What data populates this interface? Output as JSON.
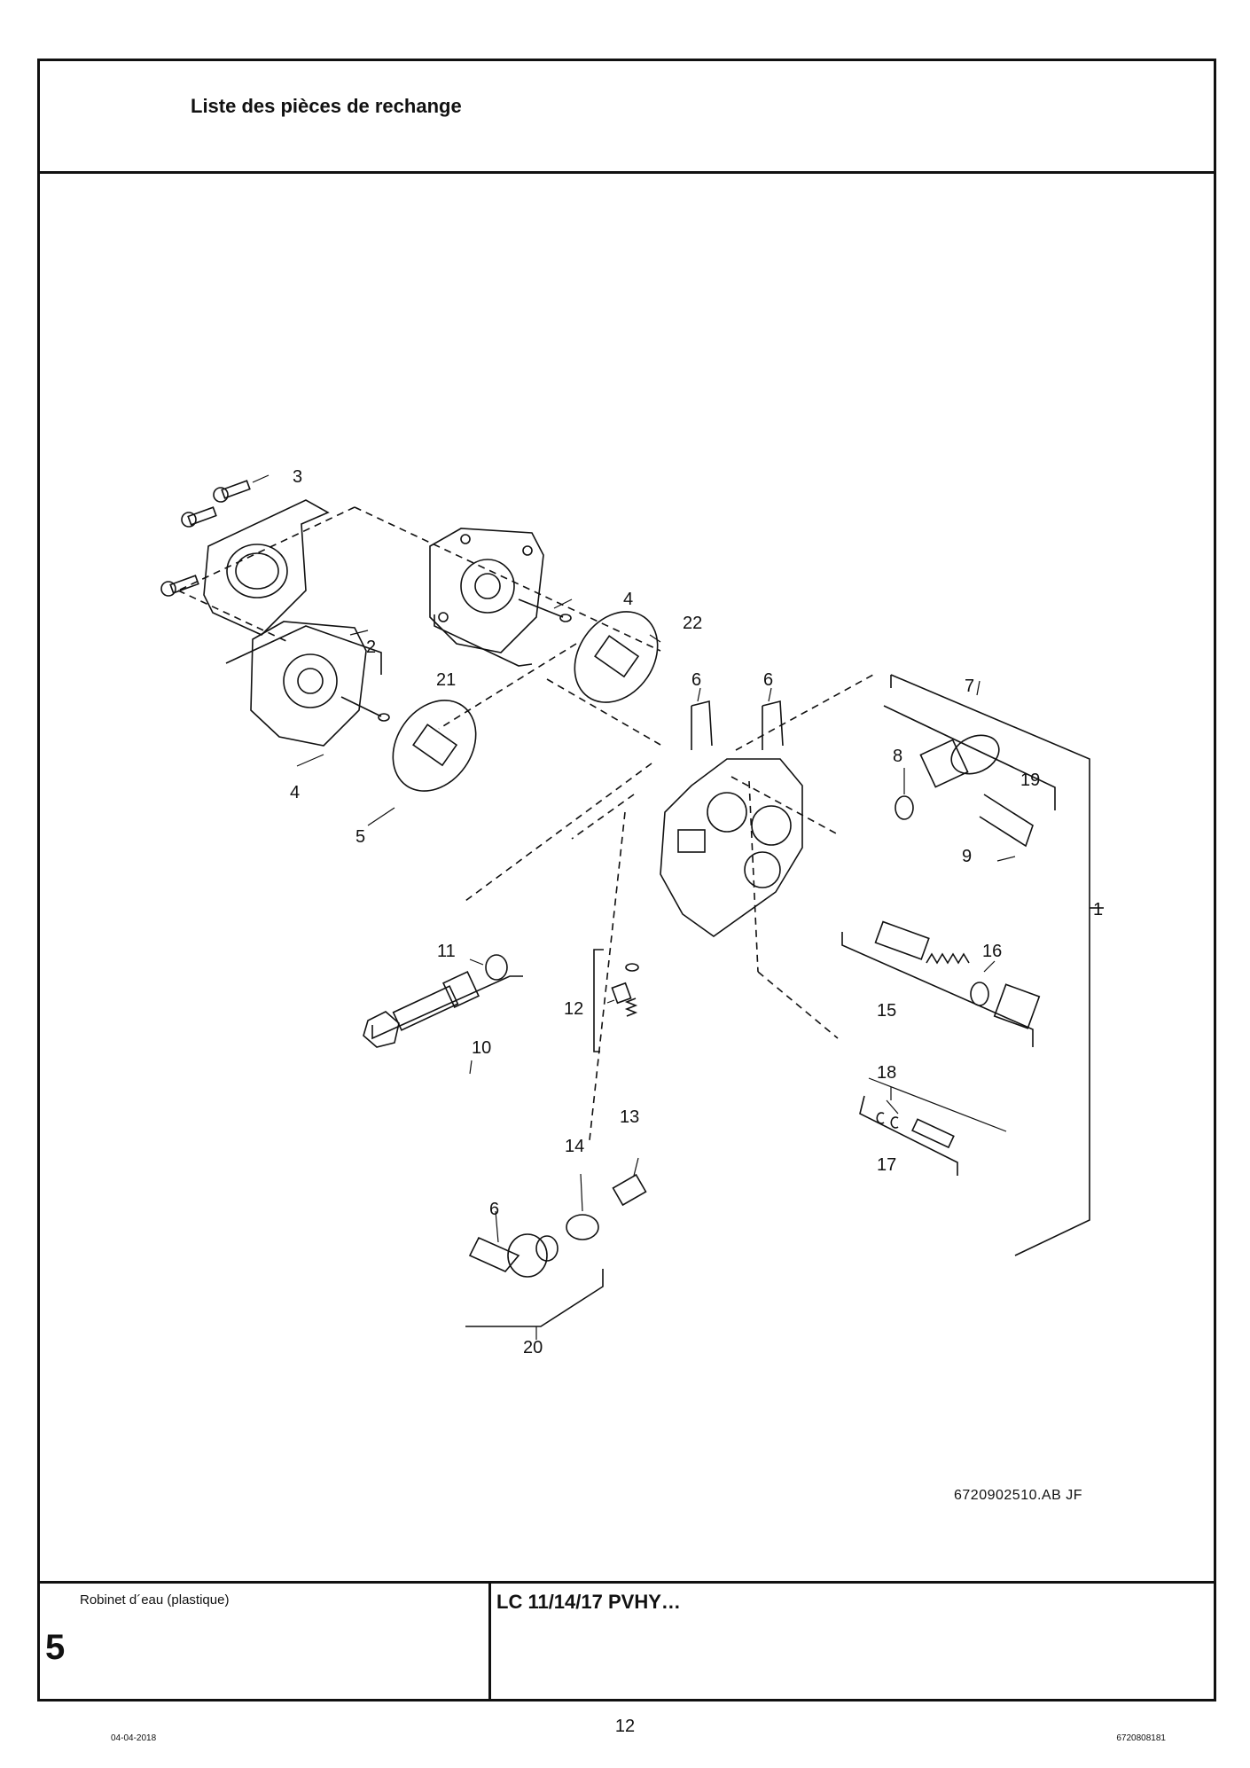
{
  "header": {
    "title": "Liste des pièces de rechange"
  },
  "drawing": {
    "reference": "6720902510.AB   JF",
    "callouts": {
      "c1": "1",
      "c2": "2",
      "c3": "3",
      "c4a": "4",
      "c4b": "4",
      "c5": "5",
      "c6a": "6",
      "c6b": "6",
      "c6c": "6",
      "c7": "7",
      "c8": "8",
      "c9": "9",
      "c10": "10",
      "c11": "11",
      "c12": "12",
      "c13": "13",
      "c14": "14",
      "c15": "15",
      "c16": "16",
      "c17": "17",
      "c18": "18",
      "c19": "19",
      "c20": "20",
      "c21": "21",
      "c22": "22"
    }
  },
  "footer": {
    "description": "Robinet d´eau (plastique)",
    "section_number": "5",
    "model": "LC 11/14/17 PVHY…"
  },
  "page": {
    "number": "12",
    "date": "04-04-2018",
    "document_number": "6720808181"
  }
}
